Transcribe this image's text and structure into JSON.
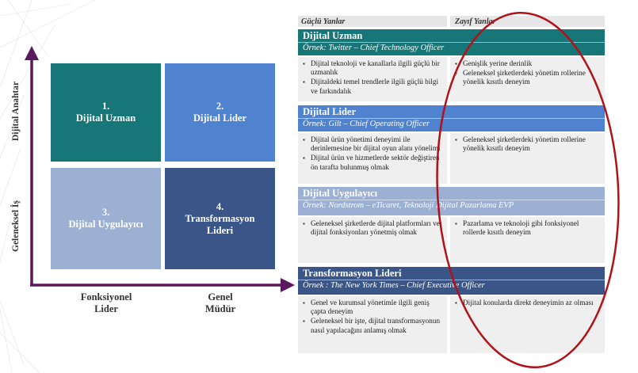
{
  "matrix": {
    "y_axis": {
      "top_label": "Dijital Anahtar",
      "bottom_label": "Geleneksel İş"
    },
    "x_axis": {
      "left_label": "Fonksiyonel\nLider",
      "right_label": "Genel\nMüdür"
    },
    "quadrants": [
      {
        "number": "1.",
        "name": "Dijital Uzman",
        "color": "#177677"
      },
      {
        "number": "2.",
        "name": "Dijital Lider",
        "color": "#4f82cf"
      },
      {
        "number": "3.",
        "name": "Dijital Uygulayıcı",
        "color": "#9bb0d2"
      },
      {
        "number": "4.",
        "name": "Transformasyon Lideri",
        "color": "#3a5587"
      }
    ]
  },
  "table": {
    "col_strengths": "Güçlü Yanlar",
    "col_weaknesses": "Zayıf Yanlar",
    "rows": [
      {
        "title": "Dijital Uzman",
        "example": "Örnek: Twitter – Chief Technology Officer",
        "color": "#177677",
        "strengths": [
          "Dijital teknoloji ve kanallarla ilgili güçlü bir uzmanlık",
          "Dijitaldeki temel trendlerle ilgili güçlü bilgi ve farkındalık"
        ],
        "weaknesses": [
          "Genişlik yerine derinlik",
          "Geleneksel şirketlerdeki yönetim rollerine yönelik kısıtlı deneyim"
        ]
      },
      {
        "title": "Dijital Lider",
        "example": "Örnek: Gilt – Chief Operating Officer",
        "color": "#4f82cf",
        "strengths": [
          "Dijital ürün yönetimi deneyimi ile derinlemesine bir dijital oyun alanı yönelimi",
          "Dijital ürün ve hizmetlerde sektör değiştiren ön tarafta bulunmuş olmak"
        ],
        "weaknesses": [
          "Geleneksel şirketlerdeki yönetim rollerine yönelik kısıtlı deneyim"
        ]
      },
      {
        "title": "Dijital Uygulayıcı",
        "example": "Örnek: Nordstrom – eTicaret, Teknoloji Dijital Pazarlama EVP",
        "color": "#9bb0d2",
        "strengths": [
          "Geleneksel şirketlerde dijital platformları ve dijital fonksiyonları yönetmiş olmak"
        ],
        "weaknesses": [
          "Pazarlama ve teknoloji gibi fonksiyonel rollerde kısıtlı deneyim"
        ]
      },
      {
        "title": "Transformasyon Lideri",
        "example": "Örnek : The New York Times – Chief Executive Officer",
        "color": "#3a5587",
        "strengths": [
          "Genel ve kurumsal yönetimle ilgili geniş çapta deneyim",
          "Geleneksel bir işte, dijital transformasyonun nasıl yapılacağını anlamış olmak"
        ],
        "weaknesses": [
          "Dijital konularda direkt deneyimin az olması"
        ]
      }
    ]
  },
  "colors": {
    "axis": "#5b1a5e",
    "highlight_oval": "#b01218",
    "cell_bg": "#efefef"
  }
}
